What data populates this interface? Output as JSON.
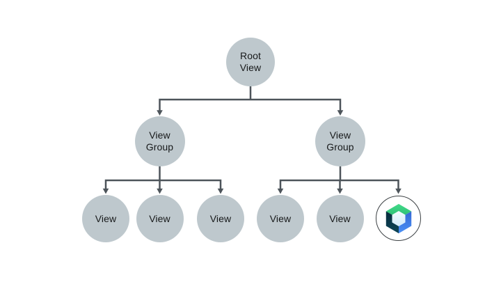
{
  "diagram": {
    "tree": {
      "root": {
        "label": "Root\nView"
      },
      "groups": [
        {
          "label": "View\nGroup"
        },
        {
          "label": "View\nGroup"
        }
      ],
      "views": [
        {
          "label": "View"
        },
        {
          "label": "View"
        },
        {
          "label": "View"
        },
        {
          "label": "View"
        },
        {
          "label": "View"
        }
      ],
      "compose_node": {
        "icon": "jetpack-compose-logo"
      }
    }
  },
  "colors": {
    "background": "#ffffff",
    "node_fill": "#bec8cd",
    "node_text": "#17191a",
    "connector": "#4d545a",
    "compose_ring": "#3b4043",
    "compose_green_light": "#43da89",
    "compose_green_dark": "#28b971",
    "compose_blue_dark": "#3568d4",
    "compose_blue_light": "#4a90f5",
    "compose_navy_dark": "#072a3b",
    "compose_navy_light": "#0e4658",
    "compose_inner_light": "#f4fbff",
    "compose_inner_dark": "#d3ebfb"
  }
}
